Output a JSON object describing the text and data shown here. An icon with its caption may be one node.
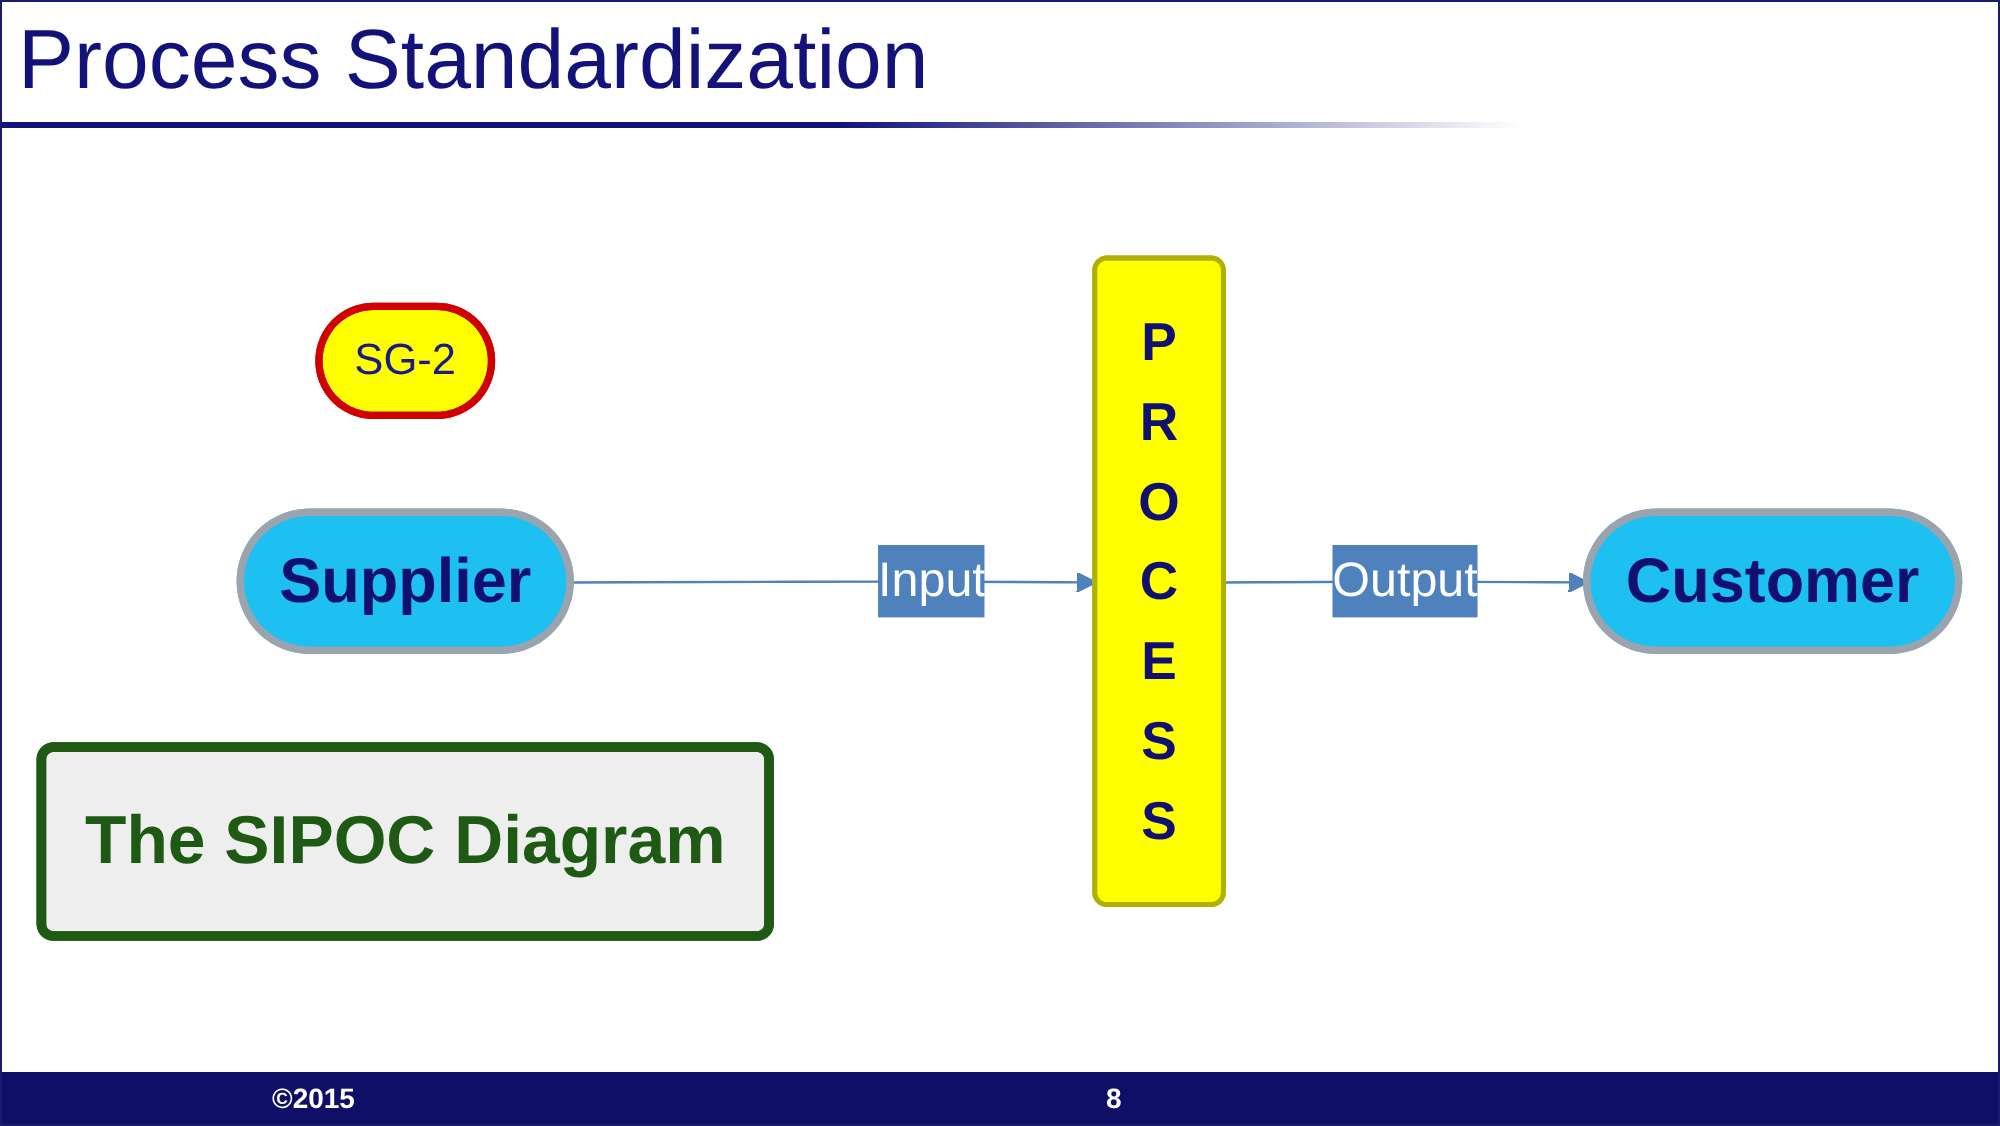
{
  "diagram": {
    "title": "Process Standardization",
    "nodes": [
      {
        "text": [
          "SG-2"
        ]
      },
      {
        "text": [
          "Supplier"
        ]
      },
      {
        "text": [
          "P R O C E S S"
        ]
      },
      {
        "text": [
          "Customer"
        ]
      },
      {
        "text": [
          "The SIPOC Diagram"
        ]
      }
    ],
    "edges": [
      {
        "from": 1,
        "to": 2,
        "arrow": "to",
        "label": "Input"
      },
      {
        "from": 2,
        "to": 3,
        "arrow": "to",
        "label": "Output"
      }
    ],
    "labels": [
      "©2015",
      "8"
    ]
  }
}
